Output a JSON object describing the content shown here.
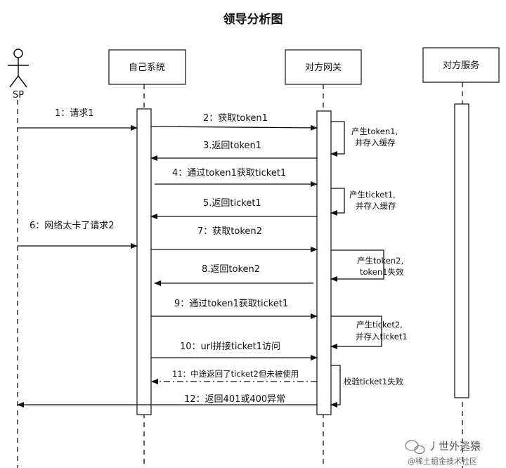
{
  "diagram": {
    "title": "领导分析图",
    "participants": {
      "sp": "SP",
      "self_system": "自己系统",
      "gateway": "对方网关",
      "service": "对方服务"
    },
    "messages": [
      "1：请求1",
      "2：获取token1",
      "3.返回token1",
      "4：通过token1获取ticket1",
      "5.返回ticket1",
      "6：网络太卡了请求2",
      "7：获取token2",
      "8.返回token2",
      "9：通过token1获取ticket1",
      "10：url拼接ticket1访问",
      "11：中途返回了ticket2但未被使用",
      "12：返回401或400异常"
    ],
    "self_notes": [
      [
        "产生token1,",
        "并存入缓存"
      ],
      [
        "产生ticket1,",
        "并存入缓存"
      ],
      [
        "产生token2,",
        "token1失效"
      ],
      [
        "产生ticket2,",
        "并存入ticket1"
      ],
      [
        "校验ticket1失败"
      ]
    ]
  },
  "watermark": {
    "line1": "丿世外逃猿",
    "line2": "@稀土掘金技术社区"
  }
}
